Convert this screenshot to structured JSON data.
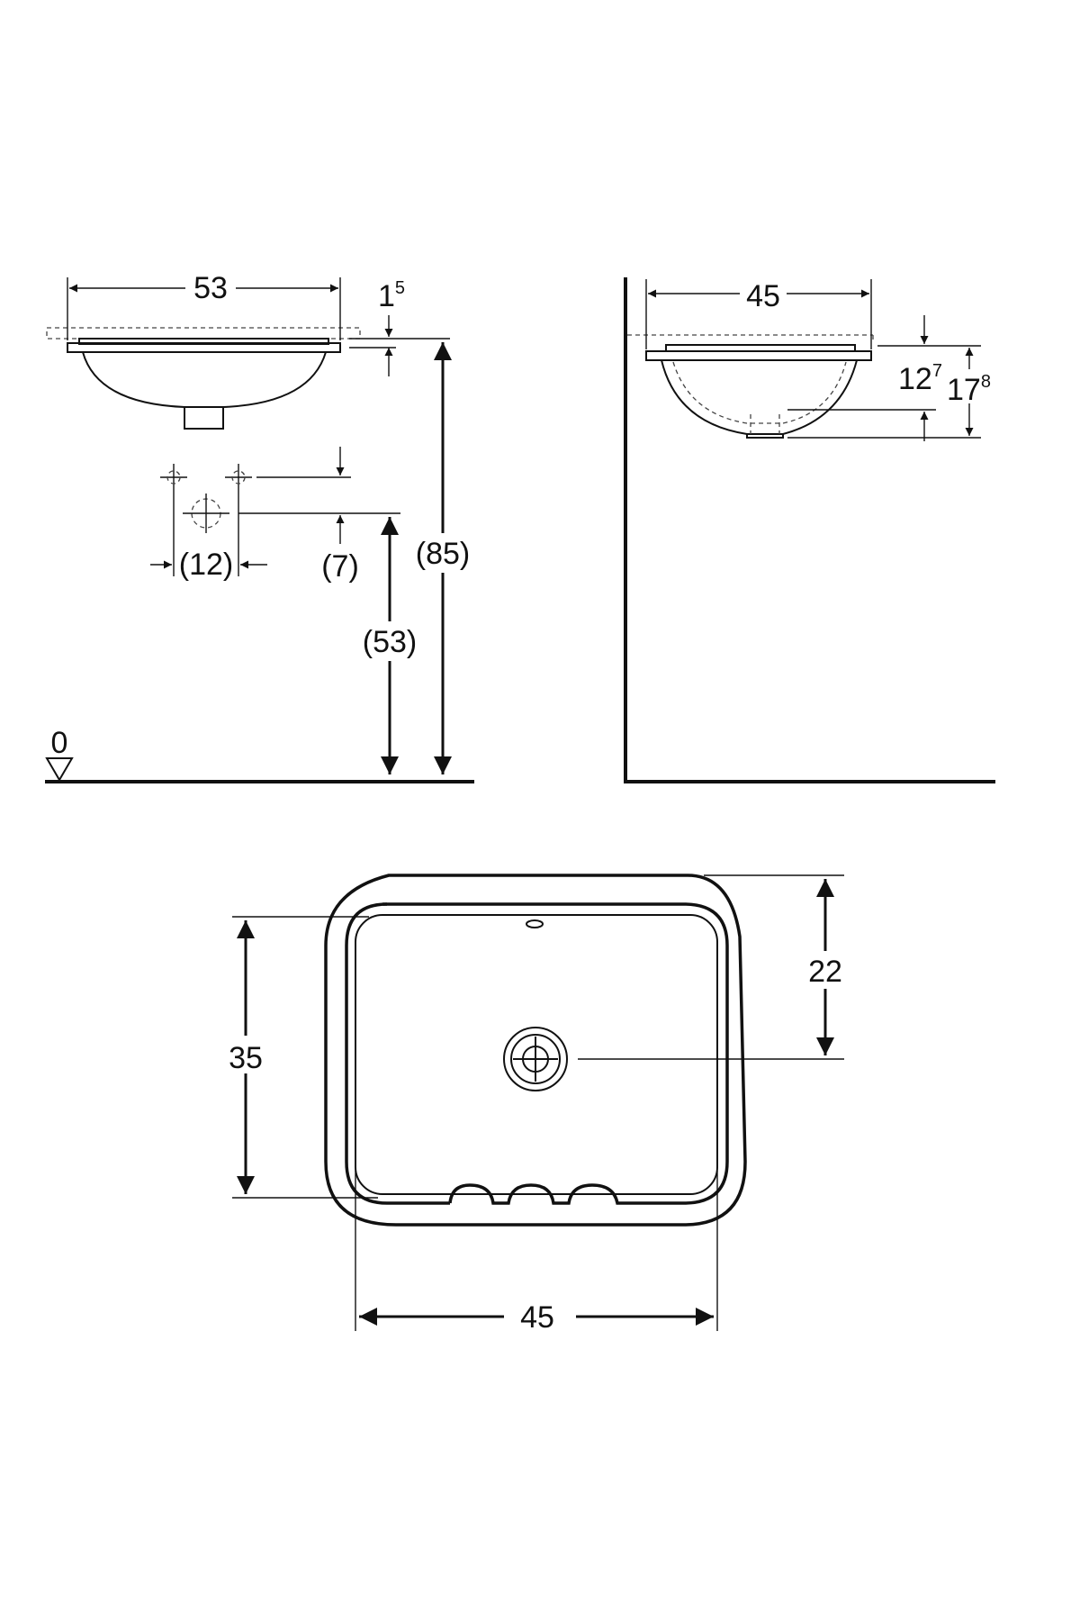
{
  "front_view": {
    "width": "53",
    "rim": {
      "base": "1",
      "sup": "5"
    },
    "tap_spacing": "(12)",
    "tap_offset": "(7)",
    "outlet_height": "(53)",
    "total_height": "(85)",
    "floor_level": "0"
  },
  "side_view": {
    "depth": "45",
    "bowl_depth": {
      "base": "12",
      "sup": "7"
    },
    "total_depth": {
      "base": "17",
      "sup": "8"
    }
  },
  "plan_view": {
    "depth": "35",
    "drain_offset": "22",
    "width": "45"
  }
}
